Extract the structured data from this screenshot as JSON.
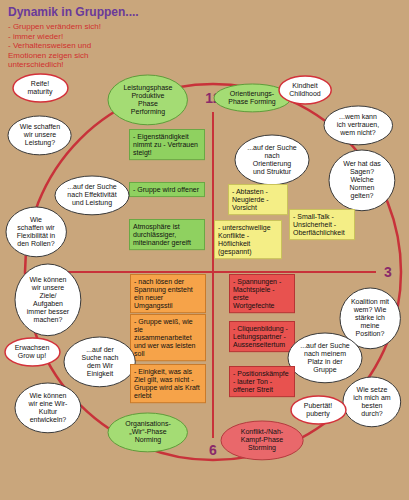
{
  "diagram": {
    "title": "Dynamik in Gruppen....",
    "nodes": [
      {
        "text": [
          "Reife! maturity"
        ]
      },
      {
        "text": [
          "Leistungsphase Produktive Phase Performing"
        ]
      },
      {
        "text": [
          "Orientierungs-Phase Forming"
        ]
      },
      {
        "text": [
          "Kindheit Childhood"
        ]
      },
      {
        "text": [
          "...wem kann ich vertrauen, wem nicht?"
        ]
      },
      {
        "text": [
          "Wie schaffen wir unsere Leistung?"
        ]
      },
      {
        "text": [
          "- Eigenständigkeit nimmt zu - Vertrauen steigt!"
        ]
      },
      {
        "text": [
          "...auf der Suche nach Orientierung und Struktur"
        ]
      },
      {
        "text": [
          "- Abtasten - Neugierde - Vorsicht"
        ]
      },
      {
        "text": [
          "Wer hat das Sagen? Welche Normen gelten?"
        ]
      },
      {
        "text": [
          "- Gruppe wird offener"
        ]
      },
      {
        "text": [
          "...auf der Suche nach Effektivität und Leistung"
        ]
      },
      {
        "text": [
          "- Small-Talk - Unsicherheit - Oberflächlichkeit"
        ]
      },
      {
        "text": [
          "Wie schaffen wir Flexibilität in den Rollen?"
        ]
      },
      {
        "text": [
          "Atmosphäre ist durchlässiger, miteinander gereift"
        ]
      },
      {
        "text": [
          "- unterschwellige Konflikte - Höflichkeit (gespannt)"
        ]
      },
      {
        "text": [
          "- nach lösen der Spannung entsteht ein neuer Umgangsstil"
        ]
      },
      {
        "text": [
          "- Spannungen - Machtspiele - erste Wortgefechte"
        ]
      },
      {
        "text": [
          "Wie können wir unsere Ziele/ Aufgaben immer besser machen?"
        ]
      },
      {
        "text": [
          "Koalition mit wem? Wie stärke ich meine Position?"
        ]
      },
      {
        "text": [
          "- Gruppe weiß, wie sie zusammenarbeitet und wer was leisten soll"
        ]
      },
      {
        "text": [
          "- Cliquenbildung - Leitungspartner - Aussenseitertum"
        ]
      },
      {
        "text": [
          "Erwachsen Grow up!"
        ]
      },
      {
        "text": [
          "...auf der Suche nach dem Wir Einigkeit"
        ]
      },
      {
        "text": [
          "...auf der Suche nach meinem Platz in der Gruppe"
        ]
      },
      {
        "text": [
          "- Einigkeit, was als Ziel gilt, was nicht - Gruppe wird als Kraft erlebt"
        ]
      },
      {
        "text": [
          "- Positionskämpfe - lauter Ton - offener Streit"
        ]
      },
      {
        "text": [
          "Wie setze ich mich am besten durch?"
        ]
      },
      {
        "text": [
          "Wie können wir eine Wir-Kultur entwickeln?"
        ]
      },
      {
        "text": [
          "Pubertät! puberty"
        ]
      },
      {
        "text": [
          "Organisations-„Wir“-Phase Norming"
        ]
      },
      {
        "text": [
          "Konflikt-/Nah-Kampf-Phase Storming"
        ]
      }
    ],
    "labels": [
      "- Gruppen verändern sich!",
      "- immer wieder!",
      "- Verhaltensweisen und Emotionen zeigen sich unterschiedlich!",
      "12",
      "3",
      "6"
    ]
  }
}
